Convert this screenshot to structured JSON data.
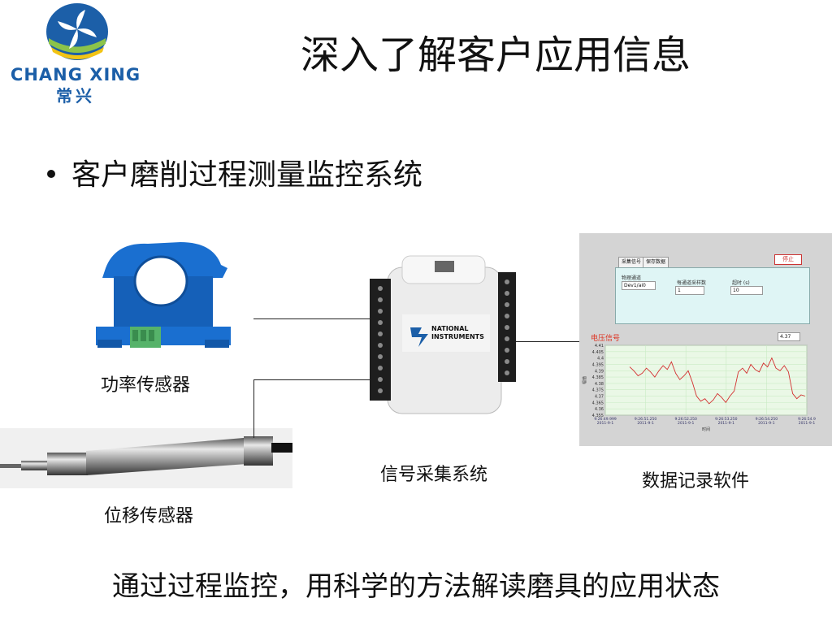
{
  "logo": {
    "brand": "CHANG XING",
    "brand_cn": "常兴"
  },
  "slide": {
    "title": "深入了解客户应用信息",
    "bullet": "客户磨削过程测量监控系统",
    "footer": "通过过程监控，用科学的方法解读磨具的应用状态"
  },
  "labels": {
    "power_sensor": "功率传感器",
    "displacement_sensor": "位移传感器",
    "acquisition": "信号采集系统",
    "recorder": "数据记录软件"
  },
  "daq_device": {
    "brand_line1": "NATIONAL",
    "brand_line2": "INSTRUMENTS"
  },
  "recorder_ui": {
    "tabs": [
      "采集信号",
      "保存数据"
    ],
    "stop_label": "停止",
    "field_labels": [
      "物理通道",
      "每通道采样数",
      "超时 (s)"
    ],
    "field_values": [
      "Dev1/ai0",
      "1",
      "10"
    ],
    "chart_title": "电压信号",
    "chart_value": "4.37",
    "x_axis_label": "时间"
  },
  "chart_data": {
    "type": "line",
    "title": "电压信号",
    "xlabel": "时间",
    "ylabel": "幅值",
    "ylim": [
      4.355,
      4.41
    ],
    "y_ticks": [
      4.41,
      4.405,
      4.4,
      4.395,
      4.39,
      4.385,
      4.38,
      4.375,
      4.37,
      4.365,
      4.36,
      4.355
    ],
    "x_ticks": [
      "9:26:49.999",
      "9:26:51.250",
      "9:26:52.250",
      "9:26:53.250",
      "9:26:54.250",
      "9:26:54.9"
    ],
    "x_tick_dates": [
      "2011-9-1",
      "2011-9-1",
      "2011-9-1",
      "2011-9-1",
      "2011-9-1",
      "2011-9-1"
    ],
    "series": [
      {
        "values": [
          4.393,
          4.39,
          4.386,
          4.388,
          4.392,
          4.389,
          4.385,
          4.39,
          4.394,
          4.391,
          4.397,
          4.388,
          4.383,
          4.386,
          4.39,
          4.381,
          4.37,
          4.366,
          4.368,
          4.364,
          4.367,
          4.372,
          4.369,
          4.365,
          4.37,
          4.374,
          4.389,
          4.392,
          4.388,
          4.395,
          4.391,
          4.389,
          4.396,
          4.393,
          4.4,
          4.392,
          4.39,
          4.394,
          4.389,
          4.372,
          4.368,
          4.371,
          4.37
        ]
      }
    ]
  },
  "colors": {
    "logo_blue": "#1c5fa8",
    "logo_green": "#8bc34a",
    "logo_yellow": "#f2c414",
    "sensor_blue": "#1a6fd0",
    "recorder_red": "#d32f2f",
    "grid_green": "#c9ecc4",
    "plot_bg": "#eaf8e6"
  }
}
